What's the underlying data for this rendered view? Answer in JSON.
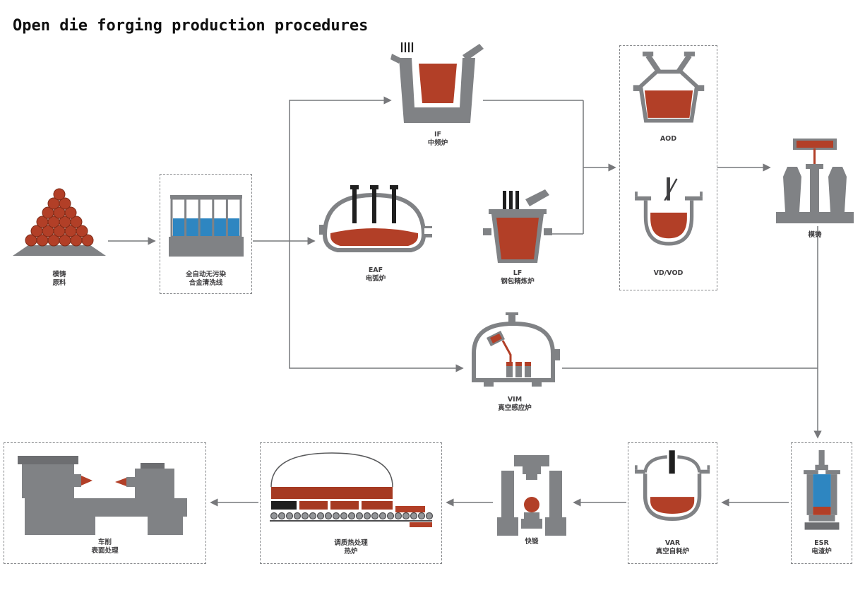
{
  "title": "Open die forging production procedures",
  "colors": {
    "red": "#b23f27",
    "dark_red": "#a63a22",
    "gray": "#808285",
    "dark_gray": "#6d6e71",
    "blue": "#2e86c1",
    "line": "#77787b",
    "black": "#1f1f1f",
    "label": "#414042"
  },
  "nodes": {
    "raw": {
      "lines": [
        "模铸",
        "原料"
      ]
    },
    "cleaning": {
      "lines": [
        "全自动无污染",
        "合金清洗线"
      ]
    },
    "if": {
      "lines": [
        "IF",
        "中频炉"
      ]
    },
    "eaf": {
      "lines": [
        "EAF",
        "电弧炉"
      ]
    },
    "lf": {
      "lines": [
        "LF",
        "钢包精炼炉"
      ]
    },
    "aod": {
      "lines": [
        "AOD"
      ]
    },
    "vdvod": {
      "lines": [
        "VD/VOD"
      ]
    },
    "ingot": {
      "lines": [
        "模铸"
      ]
    },
    "vim": {
      "lines": [
        "VIM",
        "真空感应炉"
      ]
    },
    "esr": {
      "lines": [
        "ESR",
        "电渣炉"
      ]
    },
    "var": {
      "lines": [
        "VAR",
        "真空自耗炉"
      ]
    },
    "press": {
      "lines": [
        "快锻"
      ]
    },
    "heat": {
      "lines": [
        "调质热处理",
        "热炉"
      ]
    },
    "lathe": {
      "lines": [
        "车削",
        "表面处理"
      ]
    }
  },
  "edges": [
    {
      "from": "raw",
      "to": "cleaning"
    },
    {
      "from": "cleaning",
      "to": "if"
    },
    {
      "from": "cleaning",
      "to": "eaf"
    },
    {
      "from": "cleaning",
      "to": "vim"
    },
    {
      "from": "if",
      "to": "aod-vdvod-group"
    },
    {
      "from": "lf",
      "to": "aod-vdvod-group"
    },
    {
      "from": "aod-vdvod-group",
      "to": "ingot"
    },
    {
      "from": "ingot",
      "to": "esr"
    },
    {
      "from": "vim",
      "to": "esr"
    },
    {
      "from": "esr",
      "to": "var"
    },
    {
      "from": "var",
      "to": "press"
    },
    {
      "from": "press",
      "to": "heat"
    },
    {
      "from": "heat",
      "to": "lathe"
    }
  ]
}
